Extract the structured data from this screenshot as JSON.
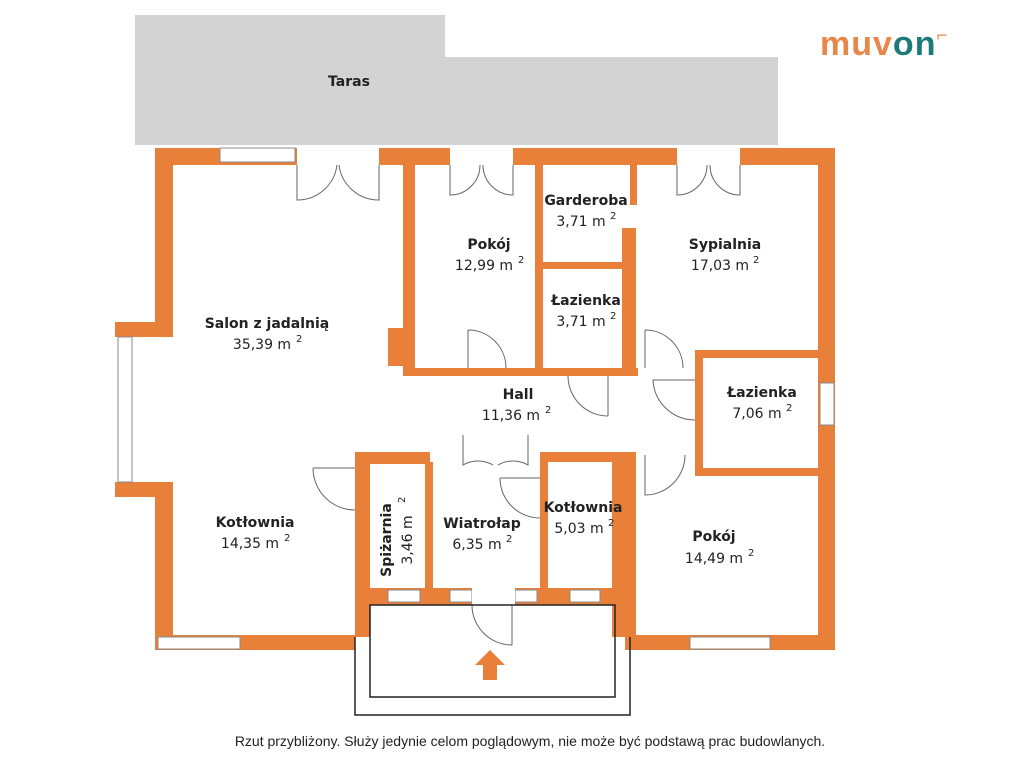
{
  "logo": {
    "part1": "muv",
    "part2": "on",
    "text": "muvon"
  },
  "colors": {
    "wall": "#e8803a",
    "terrace": "#d3d3d3"
  },
  "rooms": [
    {
      "name": "Taras",
      "area": ""
    },
    {
      "name": "Salon z jadalnią",
      "area": "35,39 m"
    },
    {
      "name": "Pokój",
      "area": "12,99 m"
    },
    {
      "name": "Garderoba",
      "area": "3,71 m"
    },
    {
      "name": "Łazienka",
      "area": "3,71 m"
    },
    {
      "name": "Sypialnia",
      "area": "17,03 m"
    },
    {
      "name": "Hall",
      "area": "11,36 m"
    },
    {
      "name": "Łazienka",
      "area": "7,06 m"
    },
    {
      "name": "Kotłownia",
      "area": "14,35 m"
    },
    {
      "name": "Spiżarnia",
      "area": "3,46 m"
    },
    {
      "name": "Wiatrołap",
      "area": "6,35 m"
    },
    {
      "name": "Kotłownia",
      "area": "5,03 m"
    },
    {
      "name": "Pokój",
      "area": "14,49 m"
    }
  ],
  "sup": "2",
  "note": "Rzut przybliżony. Służy jedynie celom poglądowym, nie może być podstawą prac budowlanych."
}
